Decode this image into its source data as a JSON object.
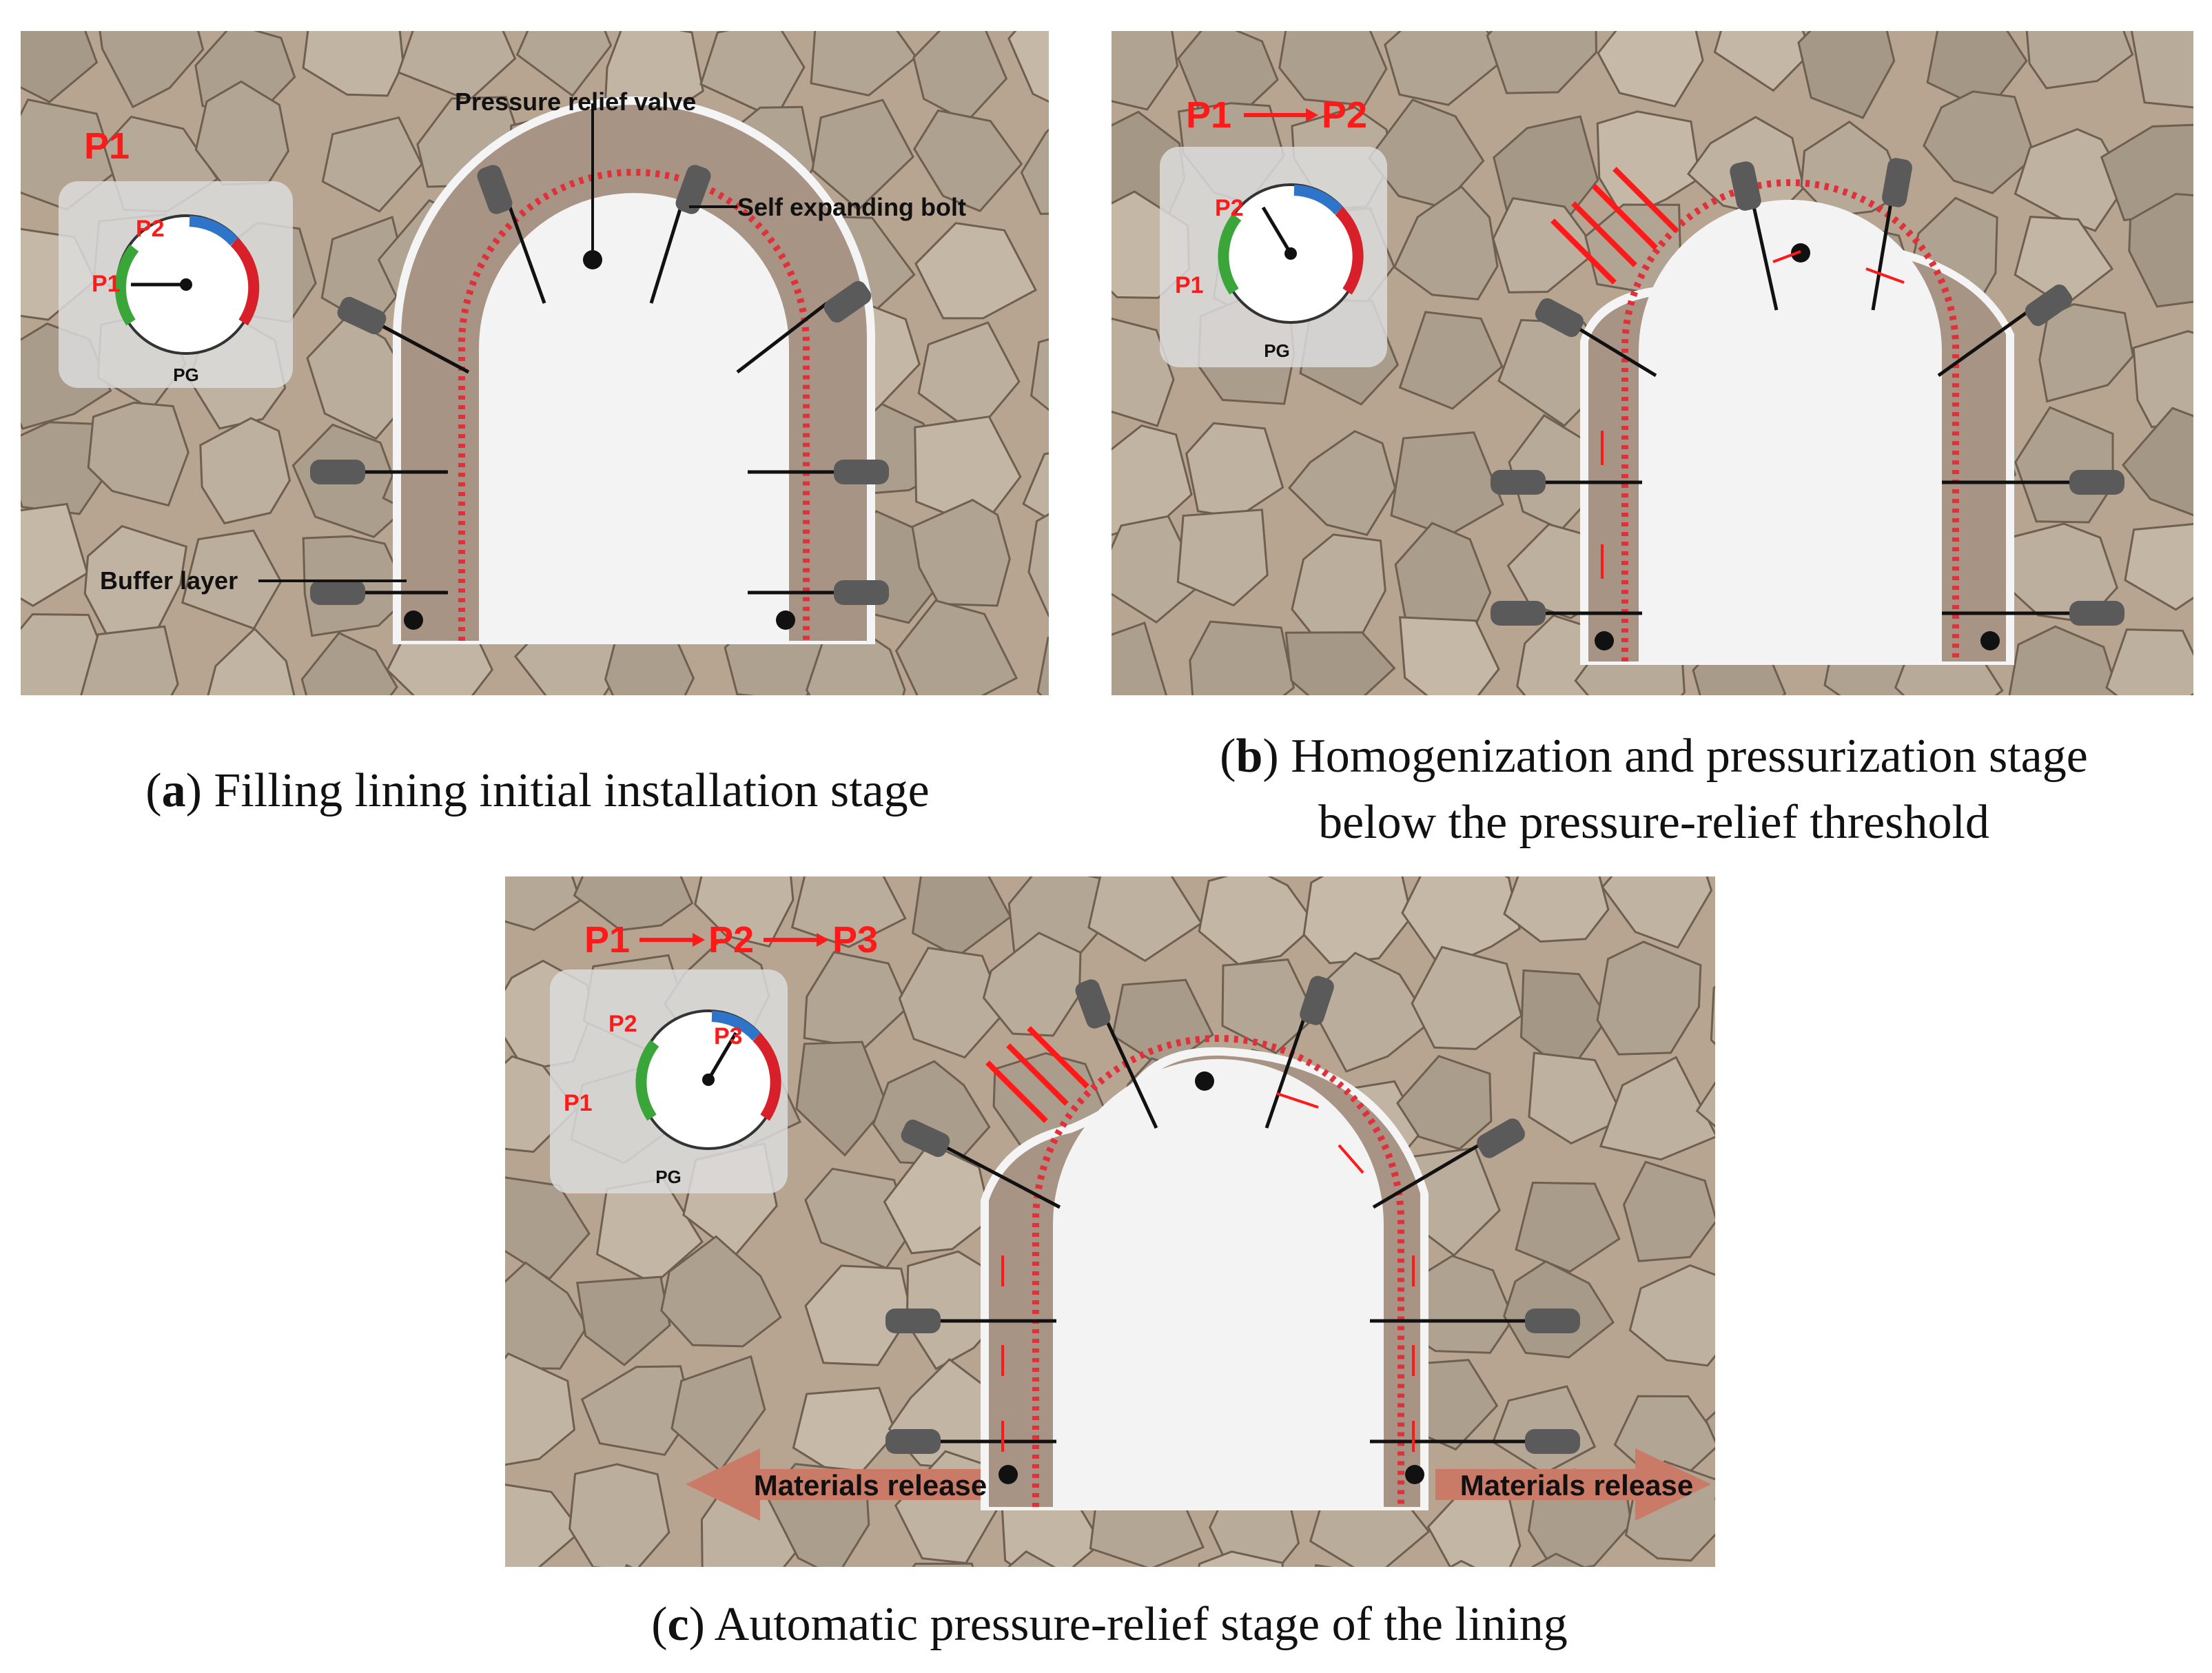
{
  "colors": {
    "rock": "#b7a591",
    "rock_crack": "#6f5f50",
    "lining_fill": "#a89484",
    "buffer_white": "#f4f4f4",
    "tunnel": "#f3f3f3",
    "mesh_red": "#e0303a",
    "pressure_red": "#ff1a1a",
    "gauge_green": "#3aa63a",
    "gauge_blue": "#2e74c8",
    "gauge_red": "#d8202a",
    "release_arrow": "#c97b68"
  },
  "panel_a": {
    "pressure_sequence": [
      "P1"
    ],
    "gauge": {
      "label": "PG",
      "p1": "P1",
      "p2": "P2",
      "needle_level": 0.05
    },
    "labels": {
      "valve": "Pressure relief valve",
      "bolt": "Self expanding bolt",
      "buffer": "Buffer layer"
    },
    "caption": {
      "letter": "a",
      "text": "Filling lining initial installation stage"
    }
  },
  "panel_b": {
    "pressure_sequence": [
      "P1",
      "P2"
    ],
    "gauge": {
      "label": "PG",
      "p1": "P1",
      "p2": "P2",
      "needle_level": 0.4
    },
    "caption": {
      "letter": "b",
      "line1": "Homogenization and pressurization stage",
      "line2": "below the pressure-relief threshold"
    }
  },
  "panel_c": {
    "pressure_sequence": [
      "P1",
      "P2",
      "P3"
    ],
    "gauge": {
      "label": "PG",
      "p1": "P1",
      "p2": "P2",
      "p3": "P3",
      "needle_level": 0.72
    },
    "release_left": "Materials release",
    "release_right": "Materials release",
    "caption": {
      "letter": "c",
      "text": "Automatic pressure-relief stage of the lining"
    }
  }
}
